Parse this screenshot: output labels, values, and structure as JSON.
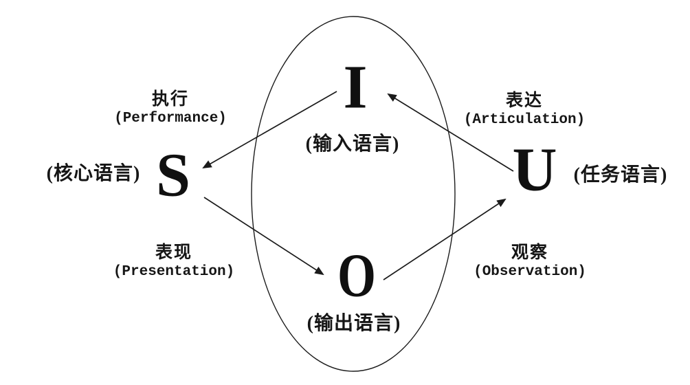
{
  "diagram": {
    "background": "#ffffff",
    "line_color": "#1b1b1b",
    "text_color": "#161616",
    "shape": "ellipse-around-I-and-O",
    "nodes": {
      "input": {
        "letter": "I",
        "label": "(输入语言)"
      },
      "core": {
        "letter": "S",
        "label": "(核心语言)"
      },
      "output": {
        "letter": "O",
        "label": "(输出语言)"
      },
      "task": {
        "letter": "U",
        "label": "(任务语言)"
      }
    },
    "edges": {
      "performance": {
        "zh": "执行",
        "en": "(Performance)",
        "from": "I",
        "to": "S"
      },
      "presentation": {
        "zh": "表现",
        "en": "(Presentation)",
        "from": "S",
        "to": "O"
      },
      "observation": {
        "zh": "观察",
        "en": "(Observation)",
        "from": "O",
        "to": "U"
      },
      "articulation": {
        "zh": "表达",
        "en": "(Articulation)",
        "from": "U",
        "to": "I"
      }
    }
  }
}
